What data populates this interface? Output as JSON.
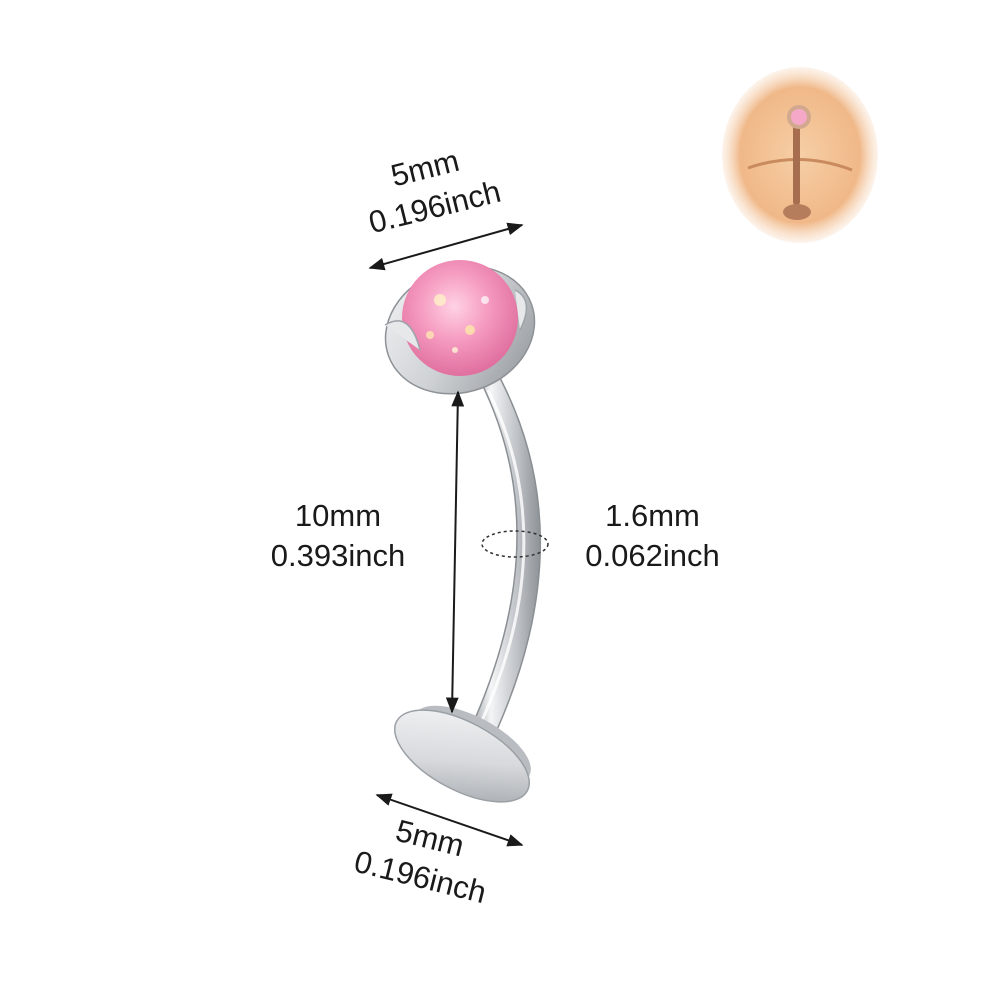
{
  "top_ball": {
    "metric": "5mm",
    "imperial": "0.196inch"
  },
  "bottom_disc": {
    "metric": "5mm",
    "imperial": "0.196inch"
  },
  "bar_length": {
    "metric": "10mm",
    "imperial": "0.393inch"
  },
  "bar_gauge": {
    "metric": "1.6mm",
    "imperial": "0.062inch"
  },
  "colors": {
    "steel": "#d9dbde",
    "opal": "#f39ac0",
    "skin": "#f2c59a",
    "text": "#1a1a1a"
  }
}
